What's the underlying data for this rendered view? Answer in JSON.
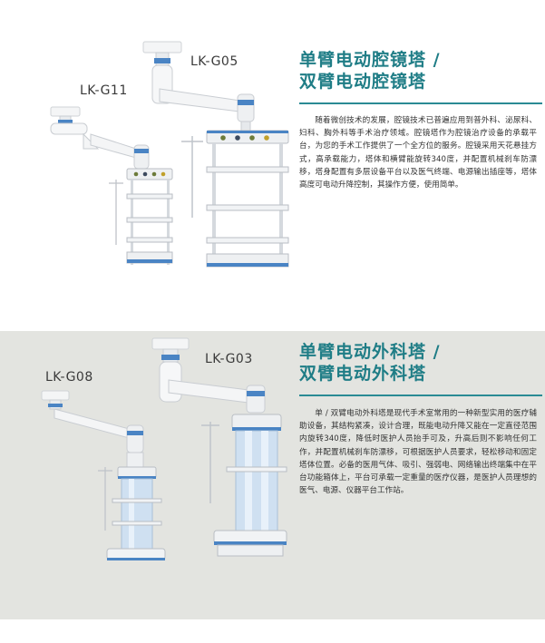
{
  "sections": [
    {
      "models": [
        "LK-G05",
        "LK-G11"
      ],
      "title_lines": [
        "单臂电动腔镜塔 /",
        "双臂电动腔镜塔"
      ],
      "description": "随着微创技术的发展，腔镜技术已普遍应用到普外科、泌尿科、妇科、胸外科等手术治疗领域。腔镜塔作为腔镜治疗设备的承载平台，为您的手术工作提供了一个全方位的服务。腔镜采用天花悬挂方式，高承载能力，塔体和横臂能旋转340度，并配置机械刹车防漂移，塔身配置有多层设备平台以及医气终端、电源输出插座等，塔体高度可电动升降控制，其操作方便，使用简单。"
    },
    {
      "models": [
        "LK-G08",
        "LK-G03"
      ],
      "title_lines": [
        "单臂电动外科塔 /",
        "双臂电动外科塔"
      ],
      "description": "单 / 双臂电动外科塔是现代手术室常用的一种新型实用的医疗辅助设备，其结构紧凑，设计合理，既能电动升降又能在一定直径范围内旋转340度，降低时医护人员抬手可及，升高后则不影响任何工作，并配置机械刹车防漂移，可根据医护人员要求，轻松移动和固定塔体位置。必备的医用气体、吸引、强弱电、网络输出终端集中在平台功能箱体上，平台可承载一定重量的医疗仪器，是医护人员理想的医气、电源、仪器平台工作站。"
    }
  ],
  "colors": {
    "accent": "#1f7d86",
    "section2_bg": "#e3e4e0",
    "equipment_blue": "#4a84c4"
  }
}
